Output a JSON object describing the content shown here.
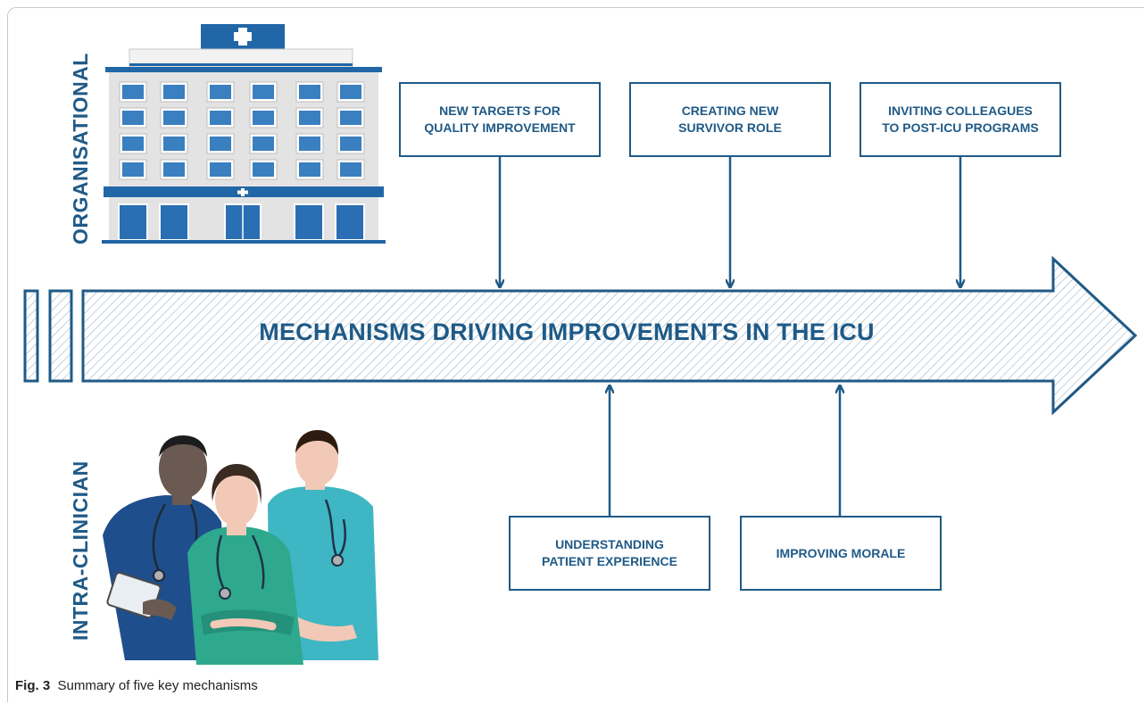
{
  "side_labels": {
    "top": "ORGANISATIONAL",
    "bottom": "INTRA-CLINICIAN"
  },
  "arrow_title": "MECHANISMS DRIVING IMPROVEMENTS IN THE ICU",
  "top_boxes": [
    {
      "label": "NEW TARGETS FOR\nQUALITY IMPROVEMENT"
    },
    {
      "label": "CREATING NEW\nSURVIVOR ROLE"
    },
    {
      "label": "INVITING COLLEAGUES\nTO POST-ICU PROGRAMS"
    }
  ],
  "bottom_boxes": [
    {
      "label": "UNDERSTANDING\nPATIENT EXPERIENCE"
    },
    {
      "label": "IMPROVING MORALE"
    }
  ],
  "caption": {
    "fig_label": "Fig. 3",
    "text": "Summary of five key mechanisms"
  },
  "colors": {
    "primary": "#1f5a87",
    "building_blue": "#2166a6",
    "wall": "#d6d6d6",
    "skin_dark": "#6a5a52",
    "skin_light": "#f2c9b7",
    "scrubs_navy": "#1f4e8c",
    "scrubs_green": "#2ea98d",
    "scrubs_teal": "#3fb6c4"
  },
  "icons": [
    "hospital-building-icon",
    "clinicians-group-icon"
  ]
}
